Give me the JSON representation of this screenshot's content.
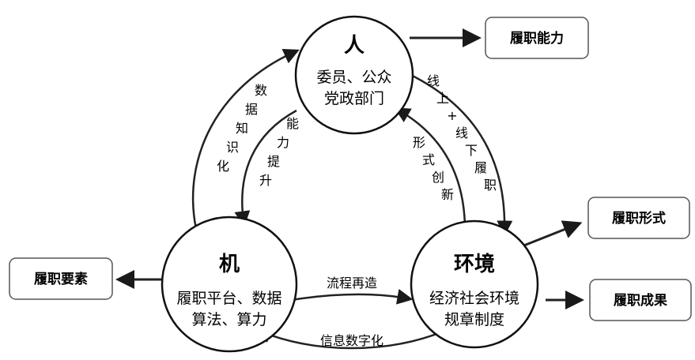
{
  "nodes": {
    "person": {
      "title": "人",
      "line1": "委员、公众",
      "line2": "党政部门"
    },
    "machine": {
      "title": "机",
      "line1": "履职平台、数据",
      "line2": "算法、算力"
    },
    "environment": {
      "title": "环境",
      "line1": "经济社会环境",
      "line2": "规章制度"
    }
  },
  "outputs": {
    "ability": "履职能力",
    "form": "履职形式",
    "result": "履职成果",
    "elements": "履职要素"
  },
  "edges": {
    "data_knowledge": "数据知识化",
    "ability_improve": "能力提升",
    "online_offline": "线上+线下履职",
    "form_innovation": "形式创新",
    "process_rebuild": "流程再造",
    "info_digital": "信息数字化"
  }
}
